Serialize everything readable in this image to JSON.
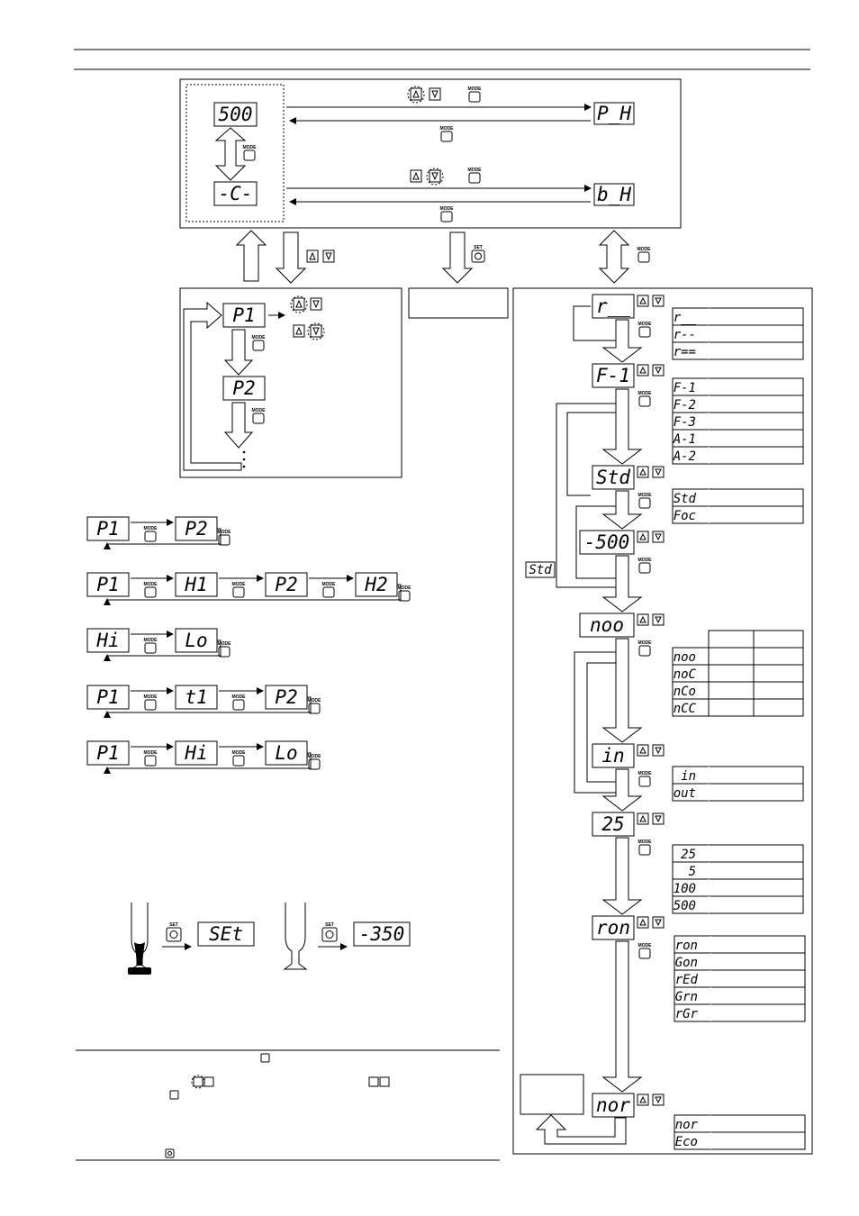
{
  "colors": {
    "line": "#000000",
    "arrow_fill": "#ffffff",
    "background": "#ffffff"
  },
  "icons": [
    "mode-button-icon",
    "set-button-icon",
    "up-arrow-button-icon",
    "down-arrow-button-icon",
    "container-icon"
  ],
  "button_labels": {
    "mode": "MODE",
    "set": "SET"
  },
  "top_section": {
    "left_displays": [
      "500",
      "-C-"
    ],
    "right_displays": [
      "P_H",
      "b_H"
    ]
  },
  "output_setting": {
    "displays": [
      "P1",
      "P2"
    ]
  },
  "sequences": [
    [
      "P1",
      "P2"
    ],
    [
      "P1",
      "H1",
      "P2",
      "H2"
    ],
    [
      "Hi",
      "Lo"
    ],
    [
      "P1",
      "t1",
      "P2"
    ],
    [
      "P1",
      "Hi",
      "Lo"
    ]
  ],
  "set_example": {
    "displays": [
      "SEt",
      "-350"
    ]
  },
  "std_label": "Std",
  "right_flow": {
    "steps": [
      {
        "display": "r__",
        "options": [
          "r__",
          "r--",
          "r=="
        ]
      },
      {
        "display": "F-1",
        "options": [
          "F-1",
          "F-2",
          "F-3",
          "A-1",
          "A-2"
        ]
      },
      {
        "display": "Std",
        "options": [
          "Std",
          "Foc"
        ]
      },
      {
        "display": "-500",
        "options": []
      },
      {
        "display": "noo",
        "options": [
          "noo",
          "noC",
          "nCo",
          "nCC"
        ]
      },
      {
        "display": "in",
        "options": [
          "in",
          "out"
        ]
      },
      {
        "display": "25",
        "options": [
          "25",
          "5",
          "100",
          "500"
        ]
      },
      {
        "display": "ron",
        "options": [
          "ron",
          "Gon",
          "rEd",
          "Grn",
          "rGr"
        ]
      },
      {
        "display": "nor",
        "options": [
          "nor",
          "Eco"
        ]
      }
    ]
  }
}
